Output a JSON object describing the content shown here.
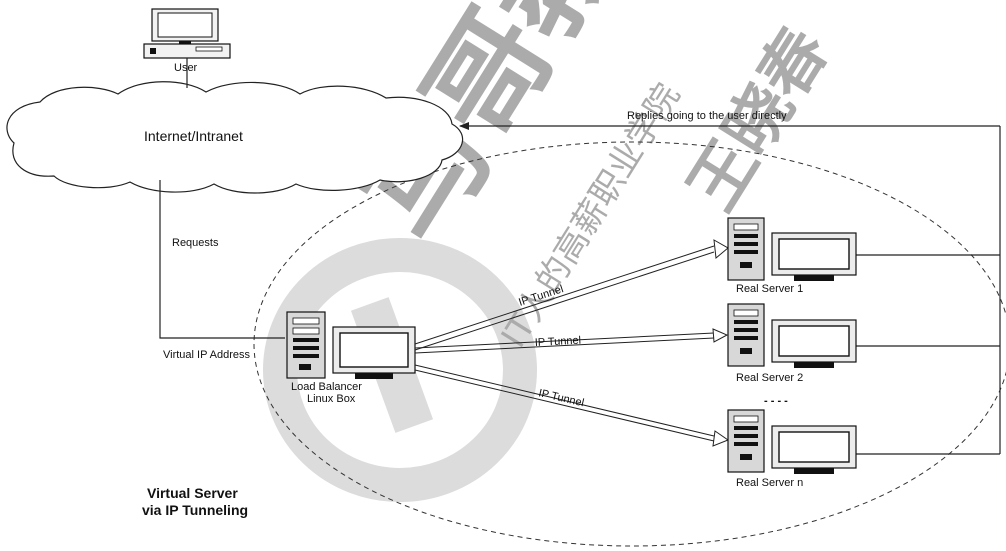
{
  "diagram": {
    "user_label": "User",
    "cloud_label": "Internet/Intranet",
    "replies_label": "Replies going to the user directly",
    "requests_label": "Requests",
    "vip_label": "Virtual IP Address",
    "lb_label_line1": "Load Balancer",
    "lb_label_line2": "Linux Box",
    "servers": [
      {
        "label": "Real Server 1",
        "tunnel_label": "IP Tunnel"
      },
      {
        "label": "Real Server 2",
        "tunnel_label": "IP Tunnel"
      },
      {
        "label": "Real Server n",
        "tunnel_label": "IP Tunnel"
      }
    ],
    "ellipsis": "- - - -",
    "title_line1": "Virtual Server",
    "title_line2": "via IP Tunneling"
  },
  "watermark": {
    "brand_text": "马哥教育",
    "slogan_text": "IT人的高薪职业学院",
    "name_text": "王晓春",
    "color": "#b8b8b8"
  }
}
